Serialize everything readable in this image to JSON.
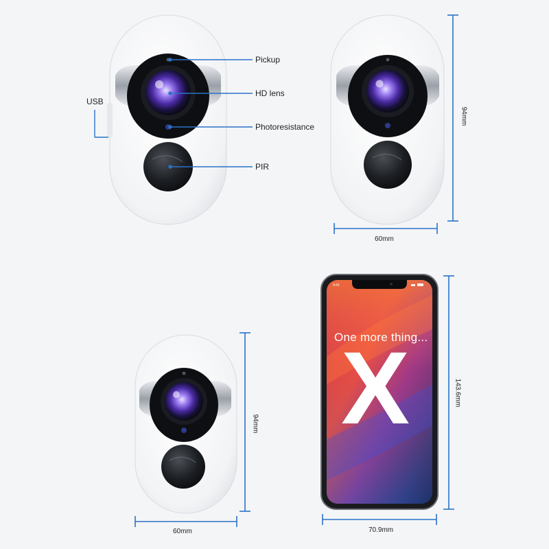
{
  "callouts": {
    "pickup": "Pickup",
    "hd_lens": "HD lens",
    "photoresistance": "Photoresistance",
    "pir": "PIR",
    "usb": "USB"
  },
  "dimensions": {
    "camera_top_height": "94mm",
    "camera_top_width": "60mm",
    "camera_bottom_height": "94mm",
    "camera_bottom_width": "60mm",
    "phone_height": "143.6mm",
    "phone_width": "70.9mm"
  },
  "phone": {
    "status_time": "9:41",
    "tagline": "One more thing...",
    "big_letter": "X"
  },
  "colors": {
    "dimension_line": "#2a72c9",
    "camera_body": "#ffffff",
    "lens_purple": "#6a4bc8"
  }
}
